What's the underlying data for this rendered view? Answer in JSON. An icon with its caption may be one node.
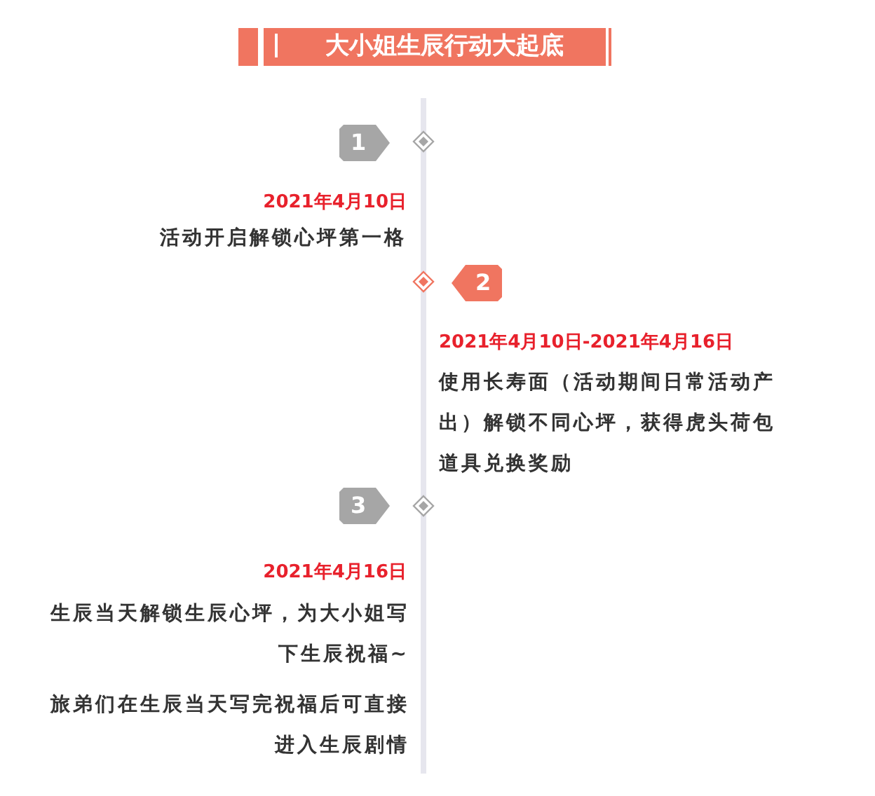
{
  "diagram": {
    "title": "大小姐生辰行动大起底",
    "nodes": [
      {
        "text": [
          "1"
        ]
      },
      {
        "text": [
          "2"
        ]
      },
      {
        "text": [
          "3"
        ]
      }
    ],
    "labels": [
      "2021年4月10日",
      "活动开启解锁心坪第一格",
      "2021年4月10日-2021年4月16日",
      "使用长寿面（活动期间日常活动产出）解锁不同心坪，获得虎头荷包道具兑换奖励",
      "2021年4月16日",
      "生辰当天解锁生辰心坪，为大小姐写下生辰祝福~",
      "旅弟们在生辰当天写完祝福后可直接进入生辰剧情"
    ]
  }
}
